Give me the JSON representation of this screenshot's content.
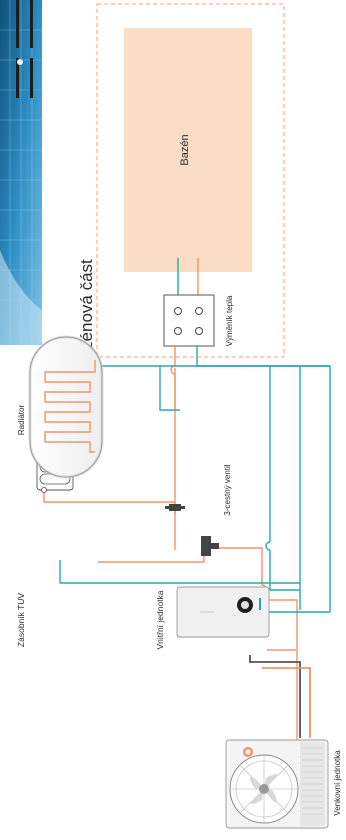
{
  "labels": {
    "pool_section": "Bazénová část",
    "pool": "Bazén",
    "heat_exchanger": "Výměník tepla",
    "radiator": "Radiátor",
    "three_way_valve": "3-cestný ventil",
    "dhw_tank": "Zásobník TUV",
    "indoor_unit": "Vnitřní jednotka",
    "outdoor_unit": "Venkovní jednotka"
  },
  "colors": {
    "hot_pipe": "#f0956a",
    "cold_pipe": "#2aa8a8",
    "refrigerant_pipe": "#555555",
    "pool_fill": "#fbdcc4",
    "section_border": "#f0a27a"
  }
}
